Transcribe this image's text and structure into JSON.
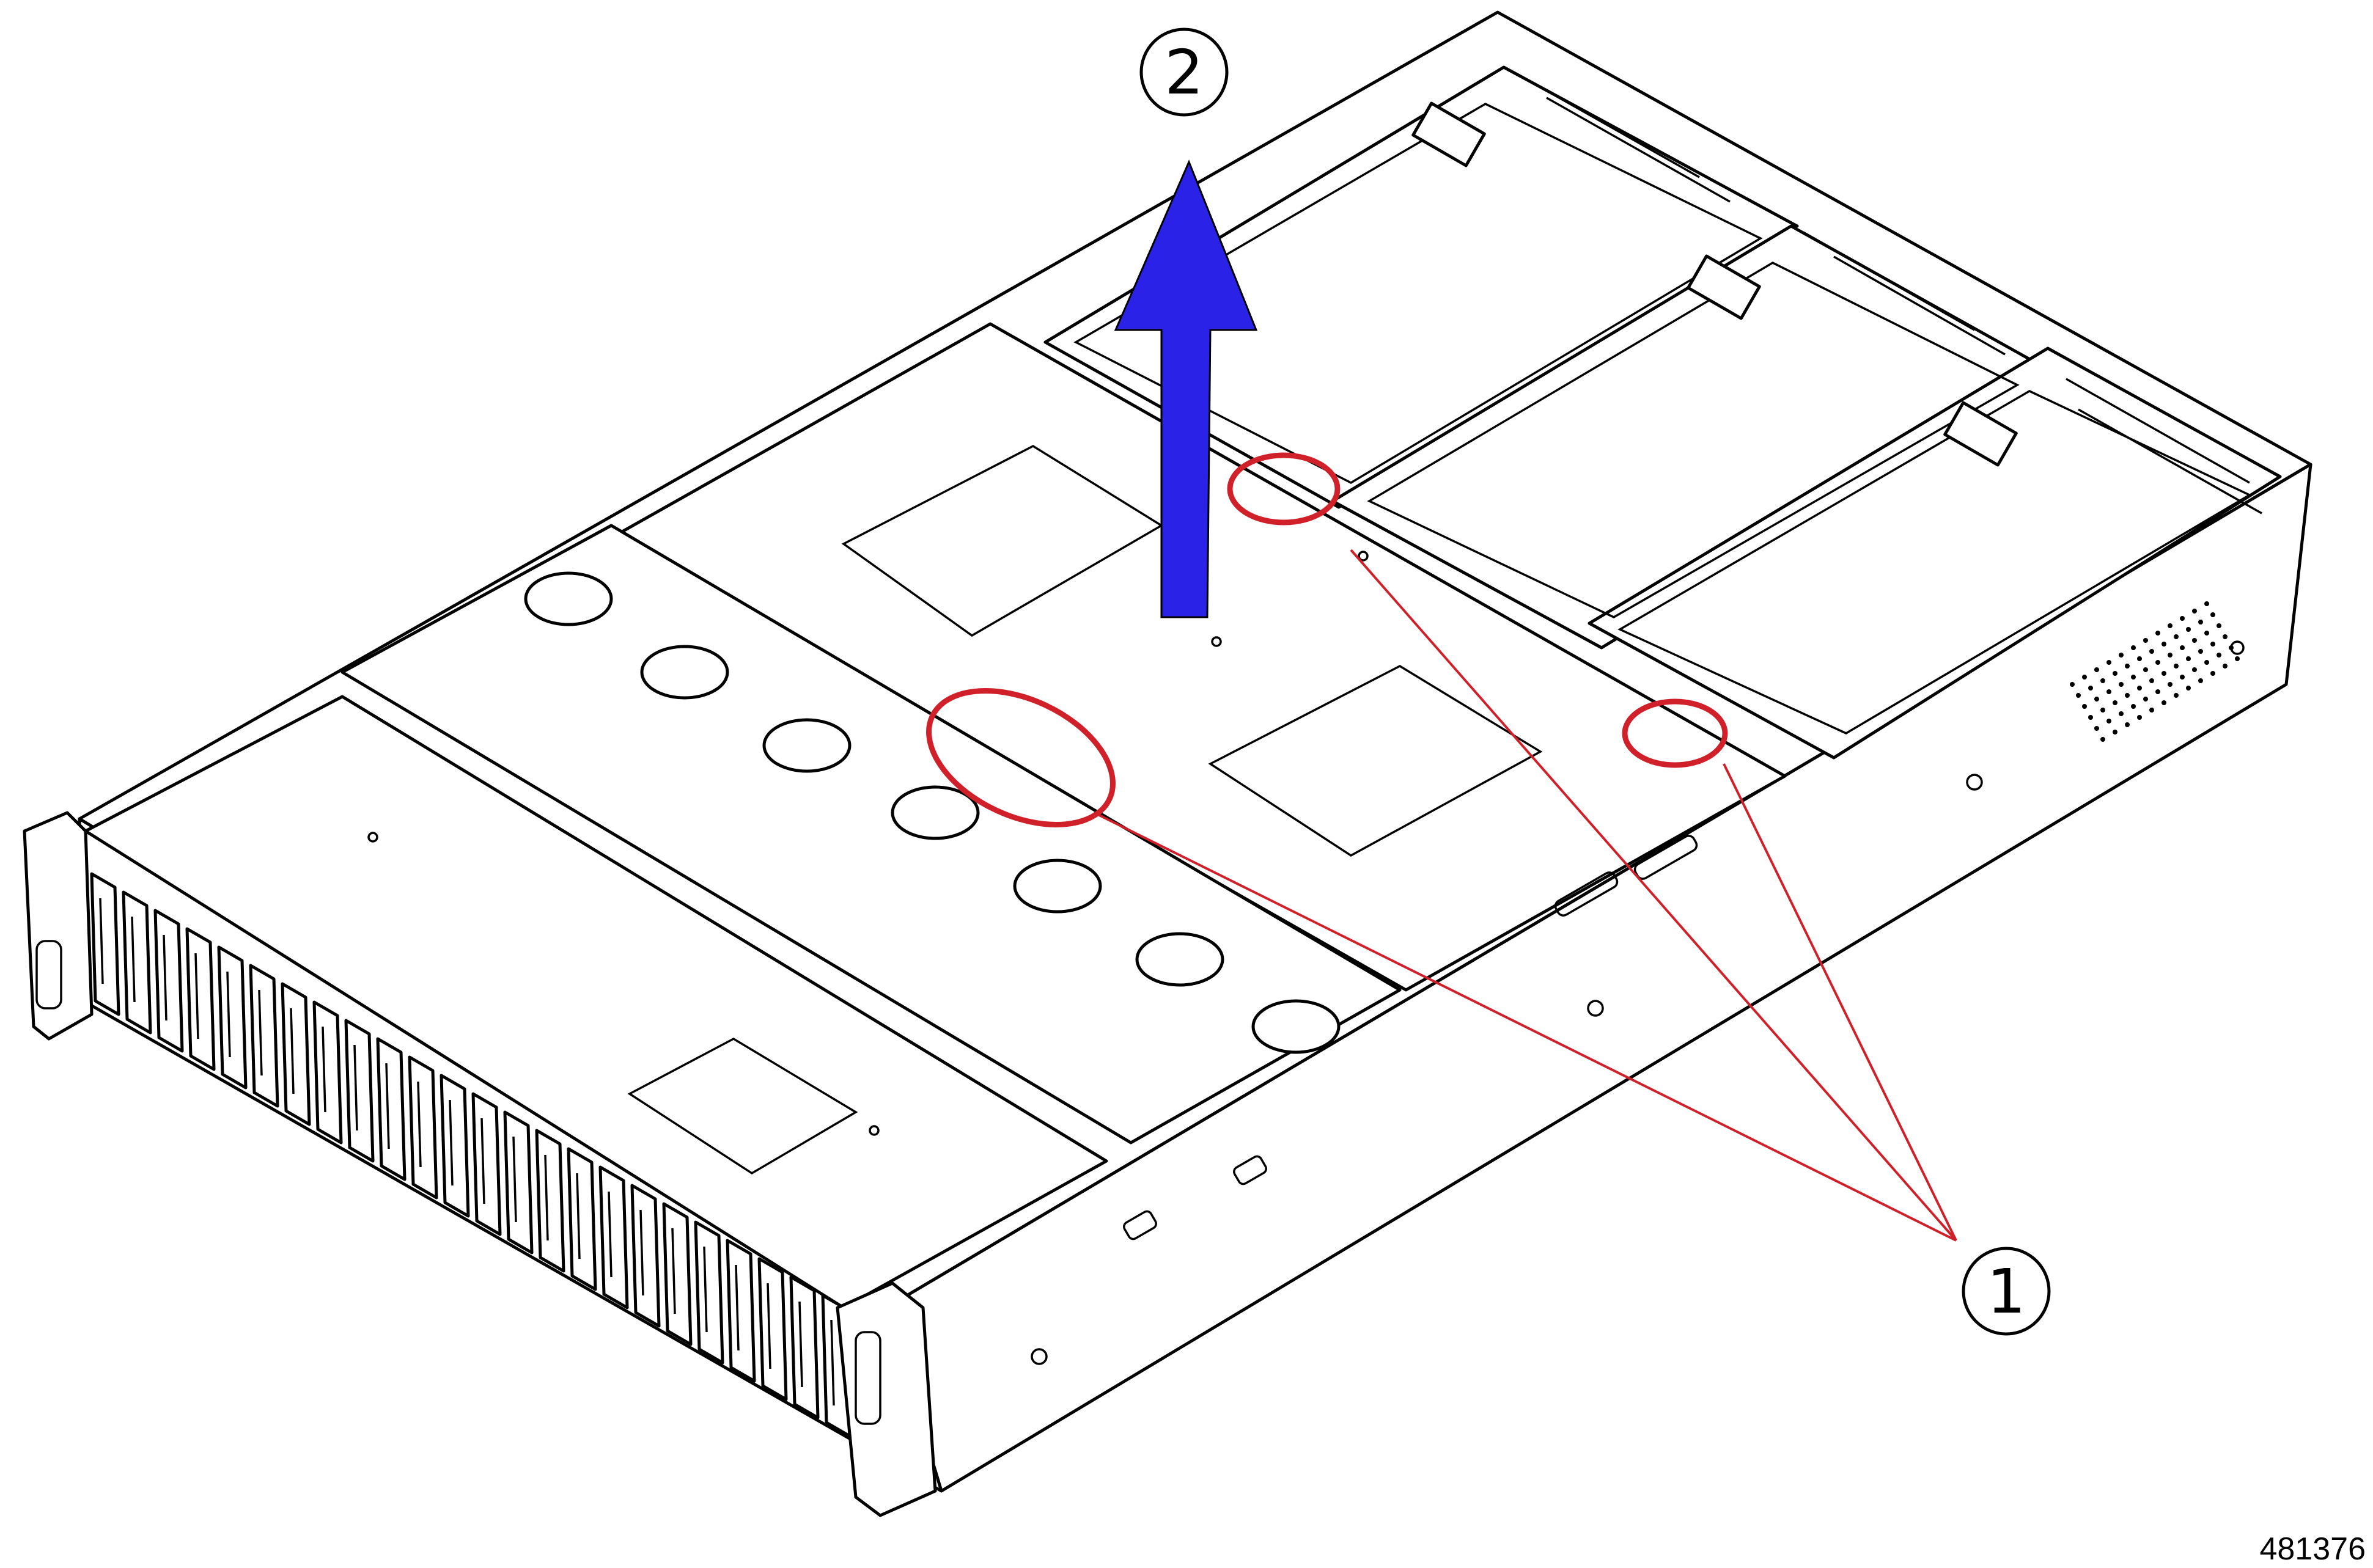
{
  "figure": {
    "figure_id": "481376",
    "callouts": [
      {
        "id": "callout-1",
        "label": "1"
      },
      {
        "id": "callout-2",
        "label": "2"
      }
    ],
    "colors": {
      "arrow": "#2b22e8",
      "highlight": "#d0202a",
      "outline": "#000000"
    },
    "icons": [
      "lift-arrow-icon",
      "highlight-circle-icon"
    ]
  }
}
